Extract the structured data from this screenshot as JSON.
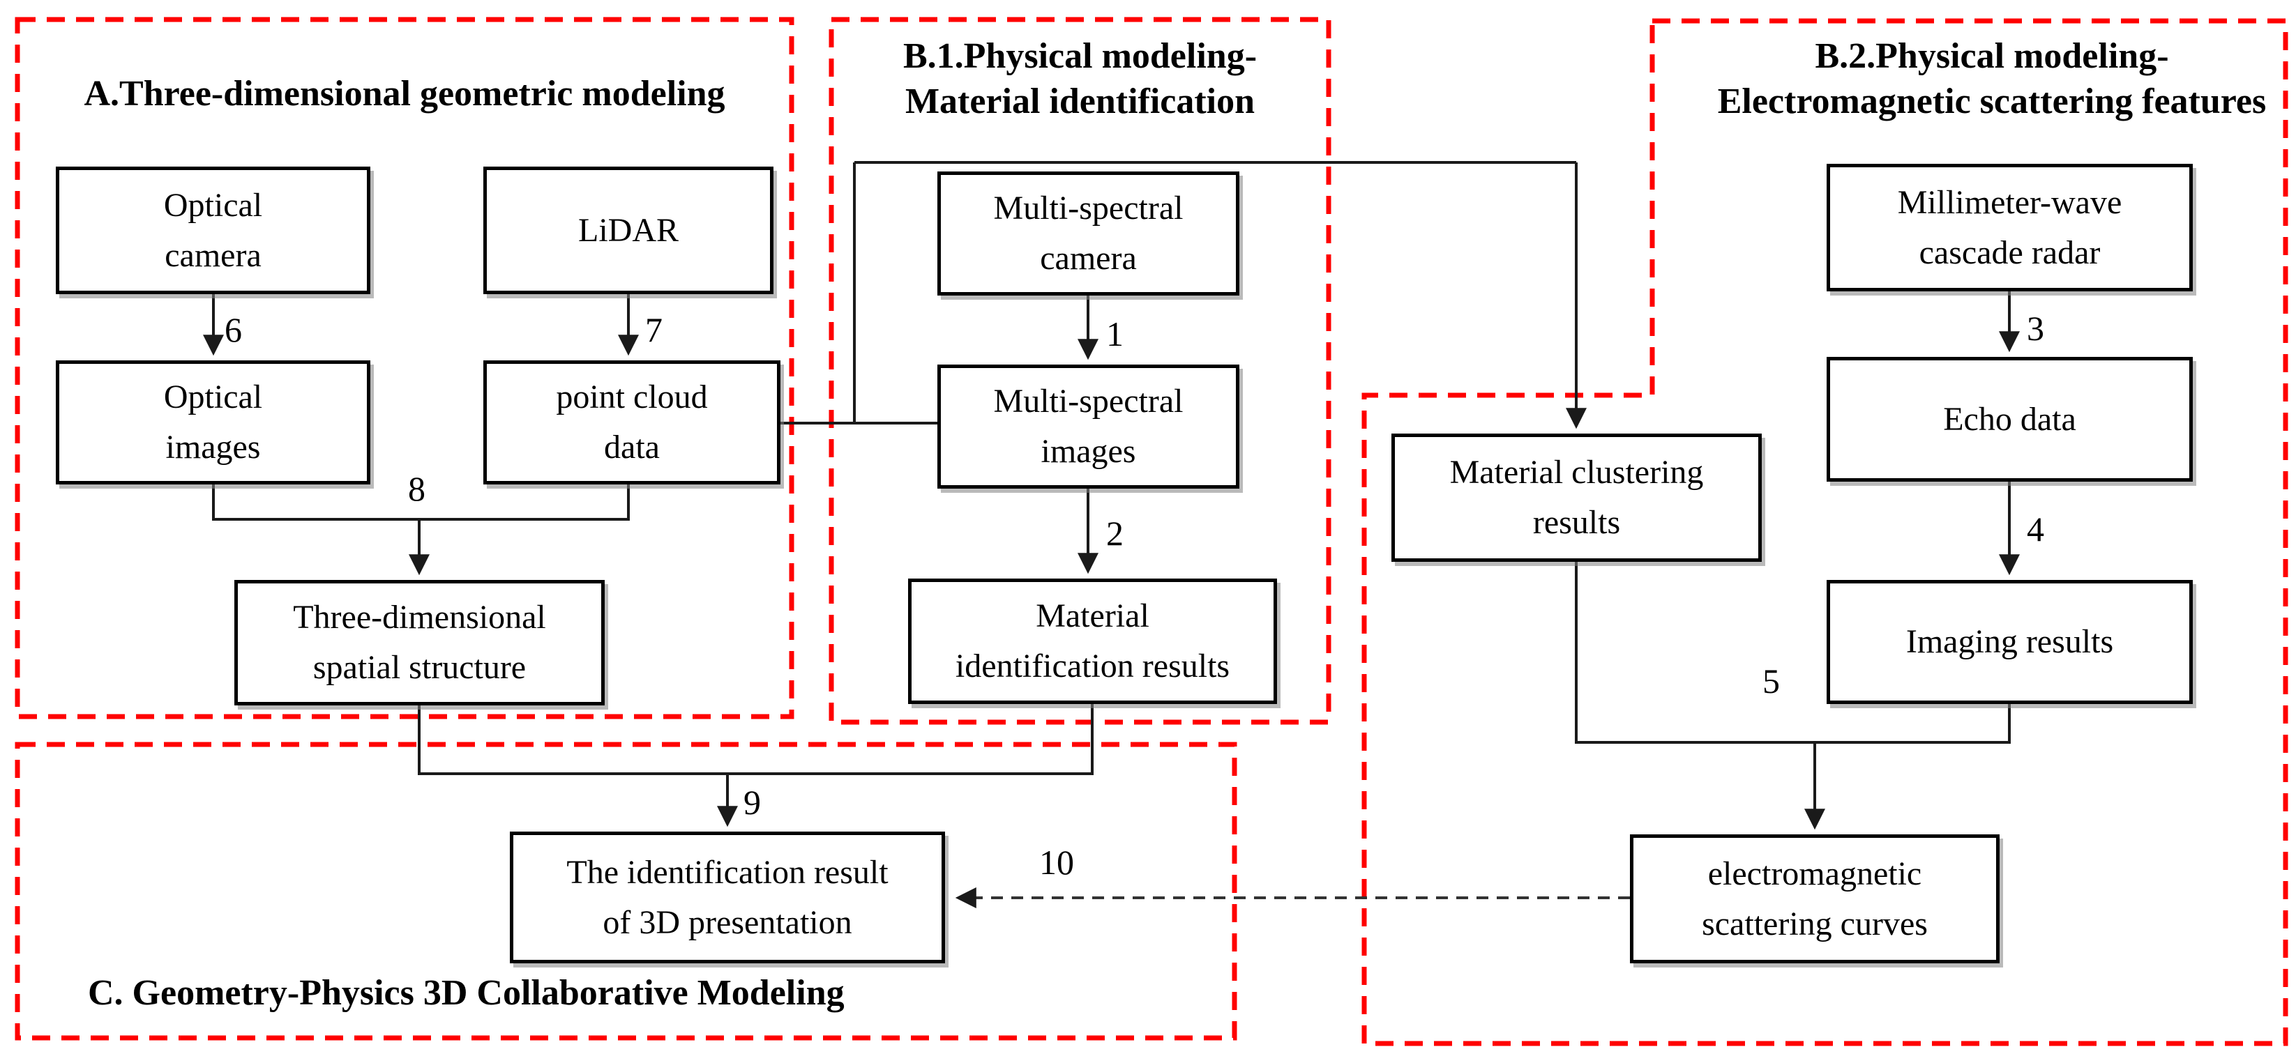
{
  "figure": {
    "background": "#ffffff",
    "colors": {
      "group_border": "#ff0000",
      "node_border": "#000000",
      "connector": "#1a1a1a"
    },
    "groups": {
      "a": {
        "title": "A.Three-dimensional  geometric modeling"
      },
      "b1": {
        "title": "B.1.Physical modeling-\nMaterial identification"
      },
      "b2": {
        "title": "B.2.Physical modeling-\nElectromagnetic scattering features"
      },
      "c": {
        "title": "C. Geometry-Physics 3D Collaborative Modeling"
      }
    },
    "nodes": {
      "optical_camera": {
        "label": "Optical\ncamera"
      },
      "lidar": {
        "label": "LiDAR"
      },
      "multispectral_camera": {
        "label": "Multi-spectral\ncamera"
      },
      "millimeter_wave_cascade_radar": {
        "label": "Millimeter-wave\ncascade radar"
      },
      "optical_images": {
        "label": "Optical\nimages"
      },
      "point_cloud_data": {
        "label": "point cloud\ndata"
      },
      "multispectral_images": {
        "label": "Multi-spectral\nimages"
      },
      "echo_data": {
        "label": "Echo data"
      },
      "material_clustering_results": {
        "label": "Material clustering\nresults"
      },
      "three_dimensional_spatial_structure": {
        "label": "Three-dimensional\nspatial structure"
      },
      "material_identification_results": {
        "label": "Material\nidentification results"
      },
      "imaging_results": {
        "label": "Imaging results"
      },
      "identification_result_3d": {
        "label": "The identification result\nof 3D presentation"
      },
      "electromagnetic_scattering_curves": {
        "label": "electromagnetic\nscattering curves"
      }
    },
    "edge_labels": {
      "e1": "1",
      "e2": "2",
      "e3": "3",
      "e4": "4",
      "e5": "5",
      "e6": "6",
      "e7": "7",
      "e8": "8",
      "e9": "9",
      "e10": "10"
    }
  }
}
